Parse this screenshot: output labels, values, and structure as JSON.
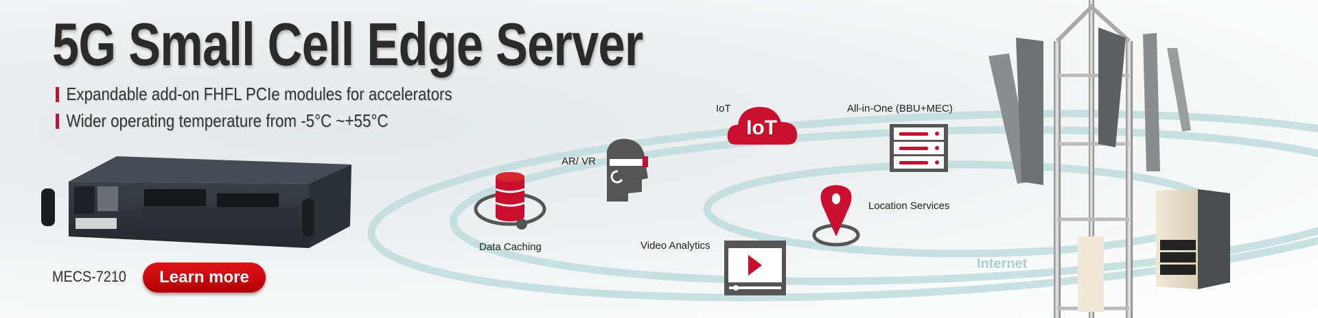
{
  "headline": "5G Small Cell Edge Server",
  "features": [
    "Expandable add-on FHFL PCIe modules for accelerators",
    "Wider operating temperature from -5°C ~+55°C"
  ],
  "product": {
    "model": "MECS-7210",
    "cta_label": "Learn more"
  },
  "diagram": {
    "iot_label": "IoT",
    "iot_icon_text": "IoT",
    "all_in_one_label": "All-in-One (BBU+MEC)",
    "arvr_label": "AR/ VR",
    "data_caching_label": "Data Caching",
    "location_label": "Location Services",
    "video_label": "Video Analytics",
    "internet_label": "Internet"
  },
  "colors": {
    "accent": "#c8102e",
    "icon_gray": "#555555",
    "ring": "#b9dcda"
  }
}
